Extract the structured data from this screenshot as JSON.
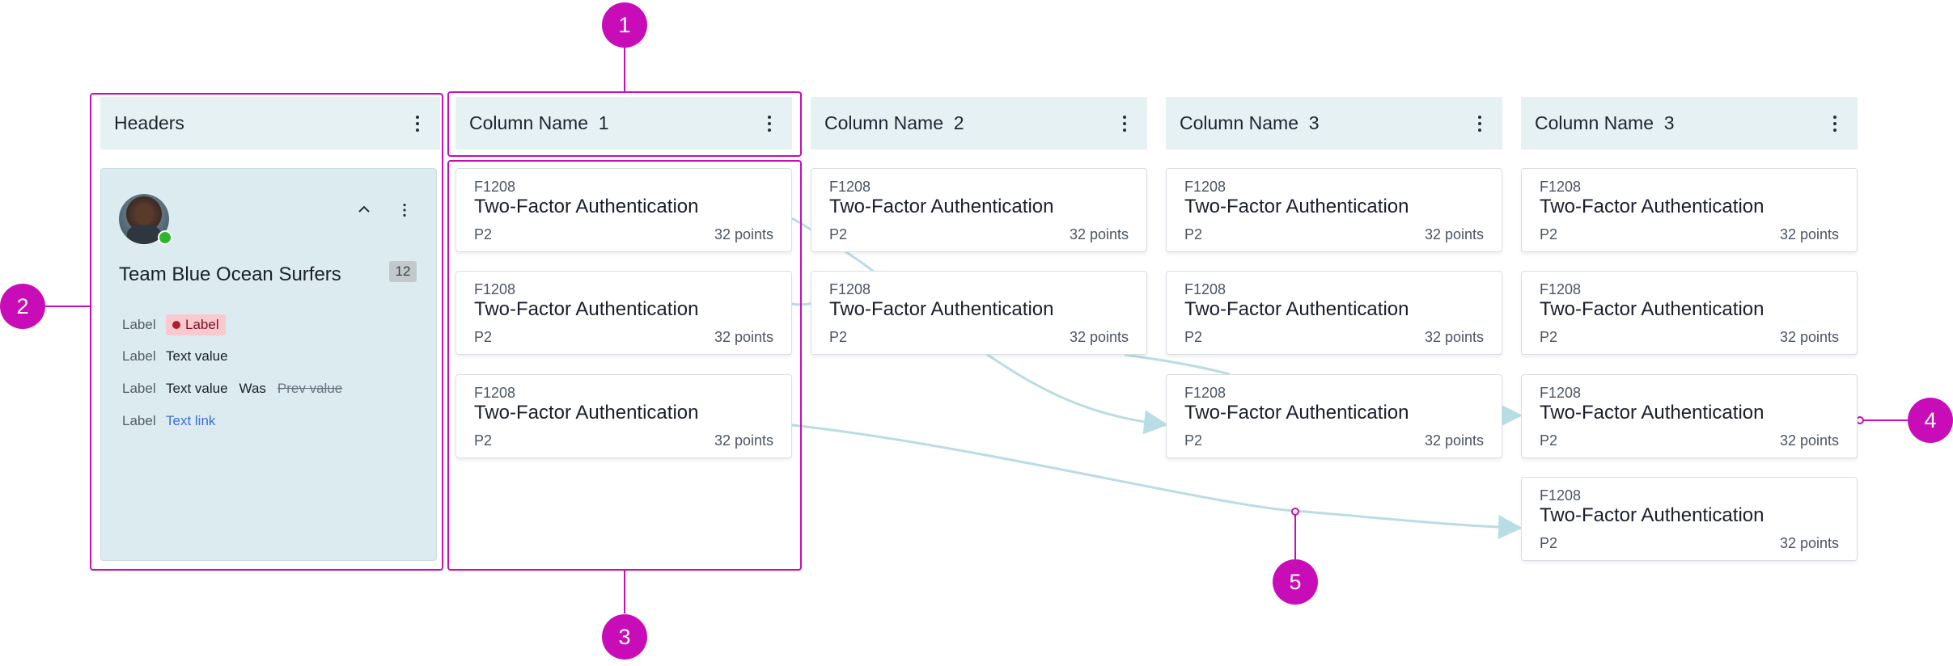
{
  "header_panel": {
    "title": "Headers",
    "team_name": "Team Blue Ocean Surfers",
    "count": "12",
    "rows": [
      {
        "label": "Label",
        "tag": "Label"
      },
      {
        "label": "Label",
        "value": "Text value"
      },
      {
        "label": "Label",
        "value": "Text value",
        "was": "Was",
        "prev": "Prev value"
      },
      {
        "label": "Label",
        "link": "Text link"
      }
    ]
  },
  "columns": [
    {
      "name": "Column Name  1"
    },
    {
      "name": "Column Name  2"
    },
    {
      "name": "Column Name  3"
    },
    {
      "name": "Column Name  3"
    }
  ],
  "card": {
    "id": "F1208",
    "title": "Two-Factor Authentication",
    "priority": "P2",
    "points": "32 points"
  },
  "callouts": [
    "1",
    "2",
    "3",
    "4",
    "5"
  ],
  "colors": {
    "accent": "#c80db8",
    "header_bg": "#e6f1f4",
    "panel_bg": "#dcebf0",
    "connector": "#b9dde4",
    "link": "#3b6fd8",
    "tag_bg": "#f8c9cf",
    "tag_dot": "#b01e2e",
    "online": "#2db52d"
  }
}
